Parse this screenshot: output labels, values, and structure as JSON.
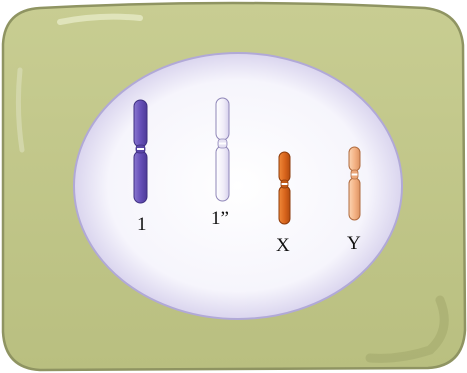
{
  "chromosomes": [
    {
      "id": "chr-1",
      "label": "1",
      "color": "#6b56b8"
    },
    {
      "id": "chr-1prime",
      "label": "1”",
      "color": "#ece8f6"
    },
    {
      "id": "chr-x",
      "label": "X",
      "color": "#d9661e"
    },
    {
      "id": "chr-y",
      "label": "Y",
      "color": "#f2b48a"
    }
  ],
  "colors": {
    "cell": "#c2c78a",
    "cell_border": "#8f9462",
    "nucleus": "#f2f1fb",
    "nucleus_border": "#b1a9d7",
    "background": "#ffffff"
  }
}
